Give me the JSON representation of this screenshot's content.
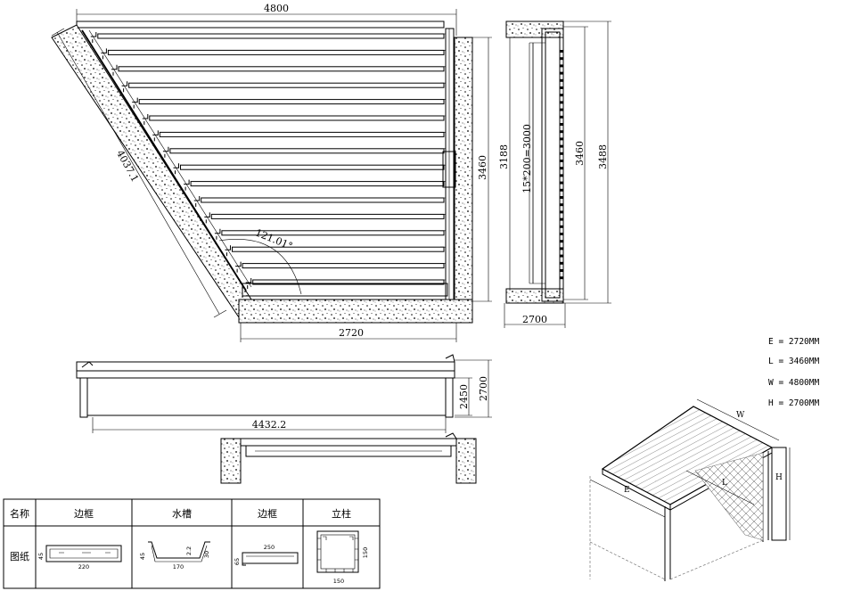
{
  "dimensions": {
    "top_width": "4800",
    "bottom_width": "2720",
    "diagonal": "4037.1",
    "angle": "121.01°",
    "plan_height": "3460",
    "side_inner": "15*200=3000",
    "side_3188": "3188",
    "side_3460": "3460",
    "side_3488": "3488",
    "side_width": "2700",
    "front_length": "4432.2",
    "front_height_inner": "2450",
    "front_height": "2700"
  },
  "specs": [
    "E = 2720MM",
    "L = 3460MM",
    "W = 4800MM",
    "H = 2700MM"
  ],
  "iso_labels": {
    "w": "W",
    "e": "E",
    "l": "L",
    "h": "H"
  },
  "table": {
    "header_name": "名称",
    "header_drawing": "图纸",
    "columns": [
      "边框",
      "水槽",
      "边框",
      "立柱"
    ],
    "profile1": {
      "w": "220",
      "h": "45"
    },
    "profile2": {
      "w": "170",
      "h": "45",
      "a": "2.2",
      "b": "30"
    },
    "profile3": {
      "w": "250",
      "h": "65"
    },
    "profile4": {
      "w": "150",
      "h": "150"
    }
  }
}
